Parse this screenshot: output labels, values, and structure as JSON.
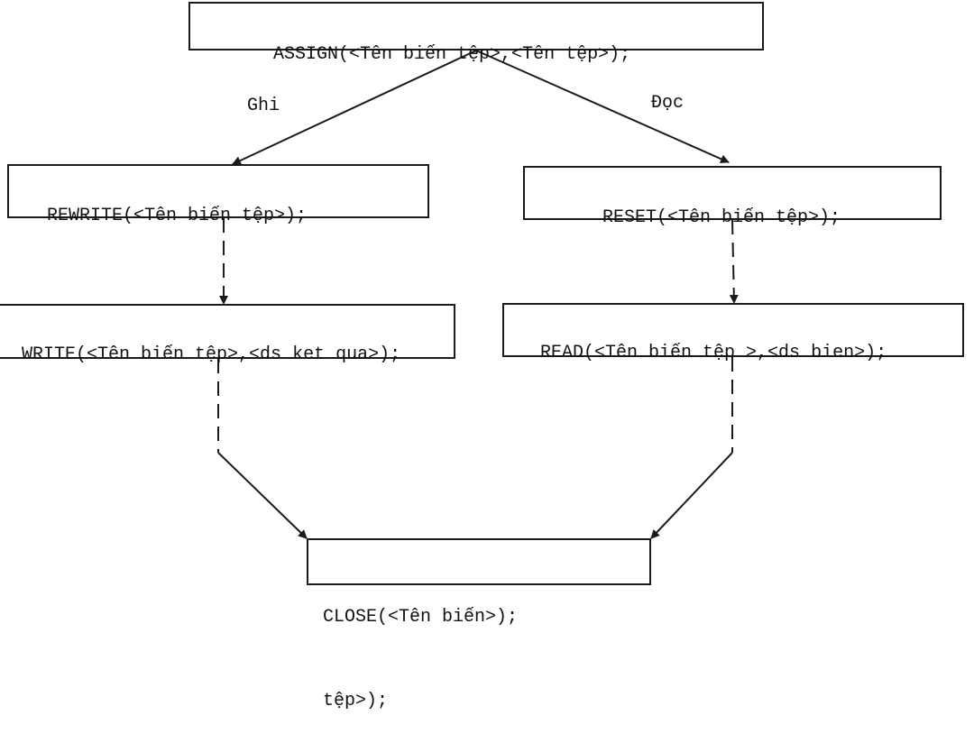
{
  "diagram": {
    "assign": "ASSIGN(<Tên biến tệp>,<Tên tệp>);",
    "branch_write_label": "Ghi",
    "branch_read_label": "Đọc",
    "rewrite": "REWRITE(<Tên biến tệp>);",
    "reset": "RESET(<Tên biến tệp>);",
    "write": "WRITE(<Tên biến tệp>,<ds ket qua>);",
    "read": "READ(<Tên biến tệp >,<ds bien>);",
    "close_line1": "CLOSE(<Tên biến>);",
    "close_line2": "tệp>);"
  }
}
